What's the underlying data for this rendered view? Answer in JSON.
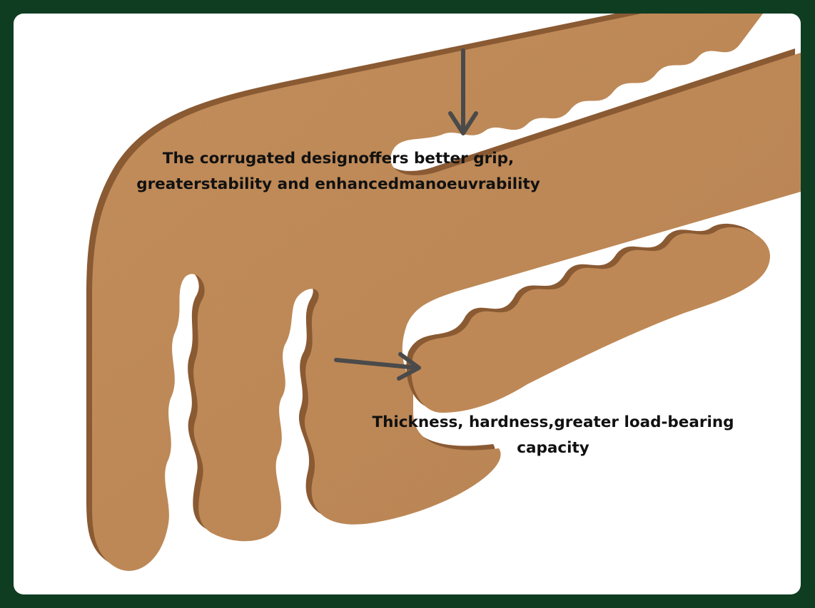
{
  "captions": {
    "grip": {
      "line1": "The corrugated designoffers better grip,",
      "line2": "greaterstability and enhancedmanoeuvrability"
    },
    "thickness": {
      "line1": "Thickness, hardness,greater load-bearing",
      "line2": "capacity"
    }
  },
  "colors": {
    "border": "#0f3d22",
    "background": "#ffffff",
    "cardboard": "#c48a55",
    "cardboard_edge": "#8a5a33",
    "arrow": "#4a4a4a",
    "text": "#111111"
  },
  "icons": [
    "arrow-down-icon",
    "arrow-right-icon"
  ]
}
